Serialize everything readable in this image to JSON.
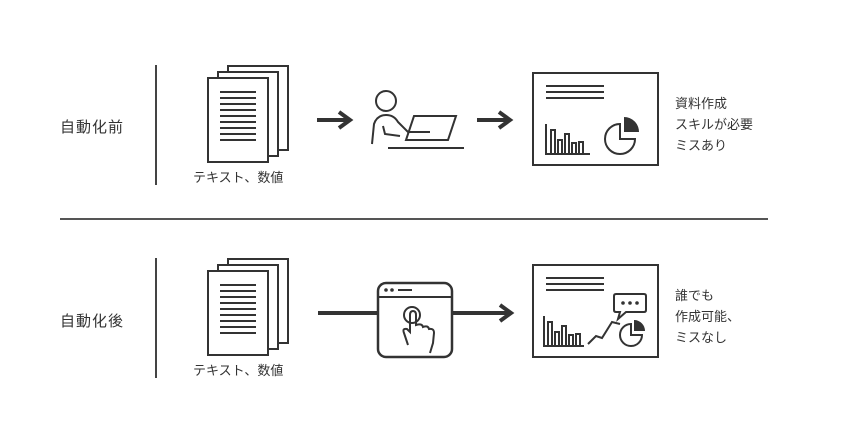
{
  "before": {
    "label": "自動化前",
    "caption": "テキスト、数値",
    "note": [
      "資料作成",
      "スキルが必要",
      "ミスあり"
    ]
  },
  "after": {
    "label": "自動化後",
    "caption": "テキスト、数値",
    "note": [
      "誰でも",
      "作成可能、",
      "ミスなし"
    ]
  },
  "colors": {
    "stroke": "#333333",
    "divider": "#555555"
  },
  "icons": [
    "document-stack-icon",
    "arrow-right-icon",
    "person-at-laptop-icon",
    "report-chart-icon",
    "tablet-touch-icon",
    "speech-bubble-icon"
  ]
}
